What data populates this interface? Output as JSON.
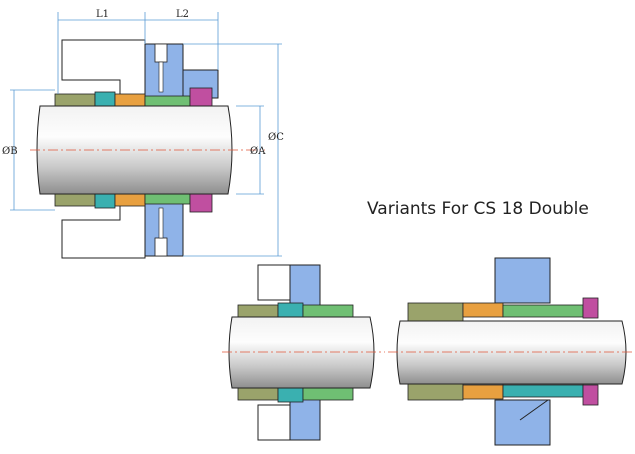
{
  "title": "Variants For CS 18 Double",
  "dimensions": {
    "l1": "L1",
    "l2": "L2",
    "dia_b": "ØB",
    "dia_a": "ØA",
    "dia_c": "ØC"
  },
  "colors": {
    "shaft": "#d6d6d6",
    "shaft_shade": "#9a9a9a",
    "centerline": "#e0553a",
    "dim_line": "#5a9bd5",
    "gland_blue": "#8fb3e8",
    "sleeve_olive": "#9aa36b",
    "seal_green": "#6fbf73",
    "spring_teal": "#3ab0b0",
    "face_magenta": "#c04fa0",
    "face_orange": "#e8a040",
    "housing_outline": "#222222"
  }
}
